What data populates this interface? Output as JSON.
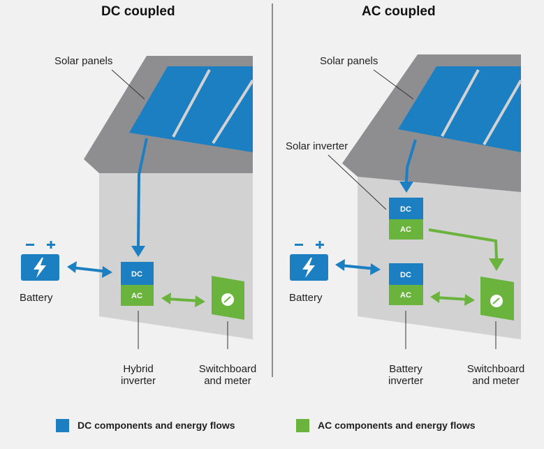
{
  "panels": {
    "dc": {
      "title": "DC coupled",
      "solar_panels_label": "Solar panels",
      "battery_label": "Battery",
      "inverter_label_line1": "Hybrid",
      "inverter_label_line2": "inverter",
      "switchboard_line1": "Switchboard",
      "switchboard_line2": "and meter",
      "box_dc": "DC",
      "box_ac": "AC"
    },
    "ac": {
      "title": "AC coupled",
      "solar_panels_label": "Solar panels",
      "solar_inverter_label": "Solar inverter",
      "battery_label": "Battery",
      "inverter_label_line1": "Battery",
      "inverter_label_line2": "inverter",
      "switchboard_line1": "Switchboard",
      "switchboard_line2": "and meter",
      "box_dc": "DC",
      "box_ac": "AC"
    }
  },
  "legend": {
    "dc": "DC components and energy flows",
    "ac": "AC components and energy flows"
  },
  "colors": {
    "dc_blue": "#1b7fc2",
    "ac_green": "#6ab43e",
    "roof": "#8e8e90",
    "wall": "#d2d2d3",
    "background": "#f1f1f1"
  },
  "icons": {
    "battery": "battery-icon",
    "meter": "meter-icon"
  }
}
